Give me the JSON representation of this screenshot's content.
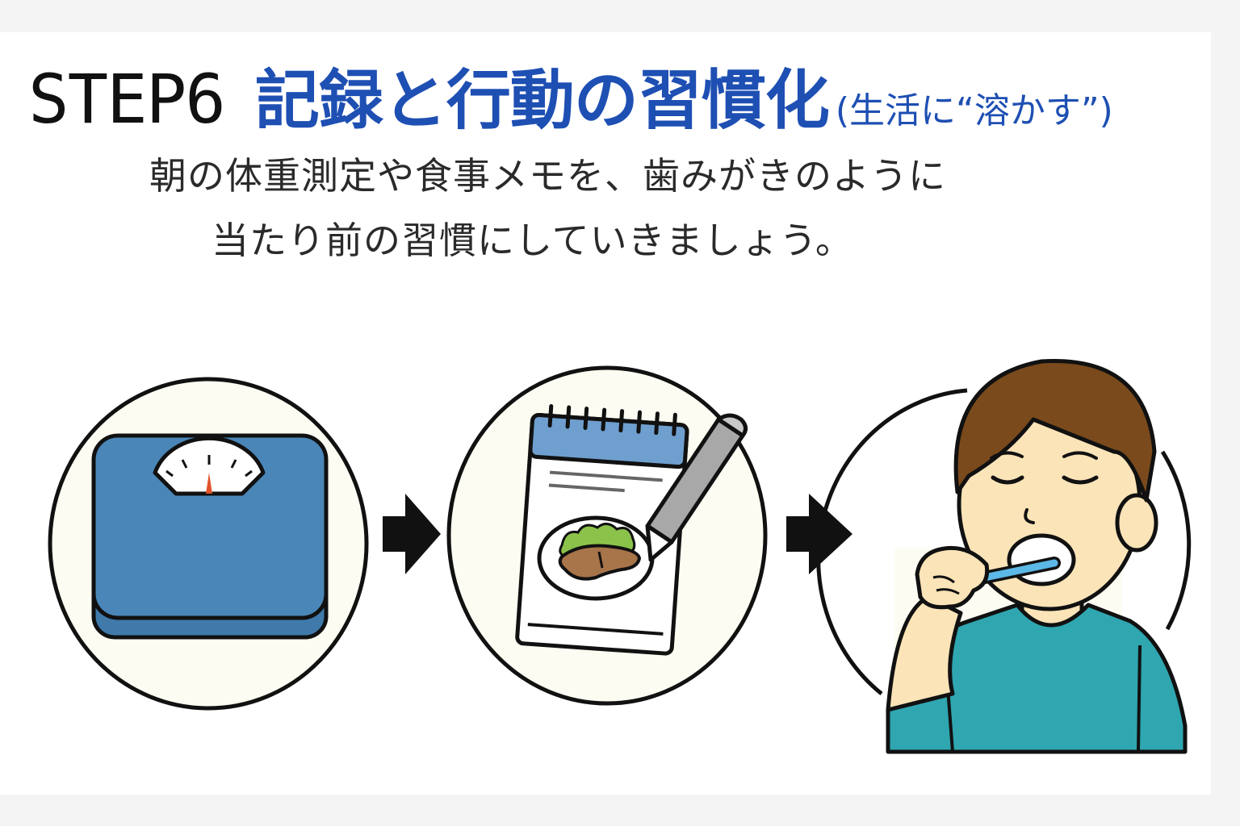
{
  "header": {
    "step": "STEP6",
    "title": "記録と行動の習慣化",
    "subtitle": "(生活に“溶かす”)"
  },
  "description": {
    "line1": "朝の体重測定や食事メモを、歯みがきのように",
    "line2": "当たり前の習慣にしていきましょう。"
  },
  "icons": [
    "bathroom-scale-icon",
    "arrow-right-icon",
    "meal-notepad-icon",
    "pencil-icon",
    "arrow-right-icon",
    "boy-brushing-teeth-icon"
  ],
  "colors": {
    "title_blue": "#1e4fb3",
    "scale_blue": "#4a87b8",
    "notepad_header": "#6f9fcf",
    "shirt_teal": "#2fa6b0",
    "hair_brown": "#7a4a1c",
    "skin": "#fbe4b8",
    "circle_bg": "#fdfcf2"
  }
}
